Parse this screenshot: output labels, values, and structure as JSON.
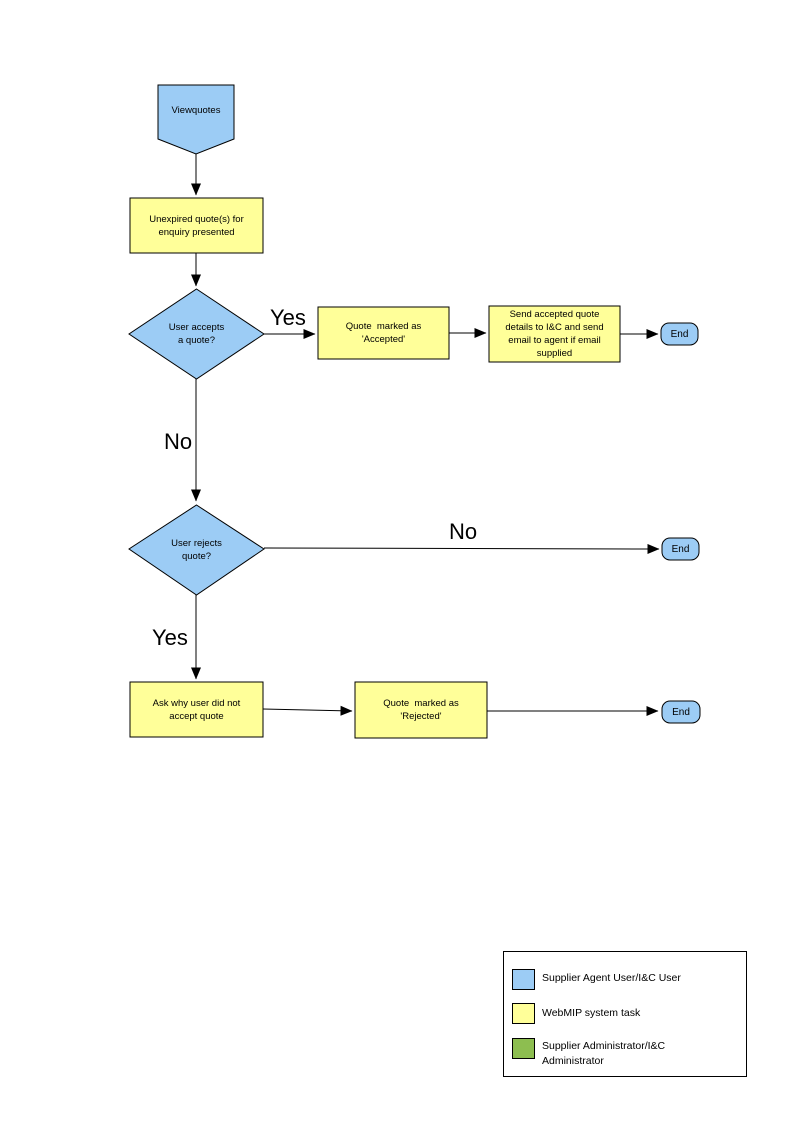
{
  "colors": {
    "node_blue": "#9CCCF5",
    "node_yellow": "#FFFF99",
    "legend_green": "#8DBE50",
    "line": "#000000"
  },
  "flowchart": {
    "start": {
      "label": "Viewquotes"
    },
    "unexpired_box": {
      "label": "Unexpired quote(s) for\nenquiry presented"
    },
    "accept_decision": {
      "label": "User accepts\na quote?"
    },
    "accepted_box": {
      "label": "Quote  marked as\n'Accepted'"
    },
    "send_box": {
      "label": "Send accepted quote\ndetails to I&C and send\nemail to agent if email\nsupplied"
    },
    "end_accept": {
      "label": "End"
    },
    "reject_decision": {
      "label": "User rejects\nquote?"
    },
    "end_reject_no": {
      "label": "End"
    },
    "ask_box": {
      "label": "Ask why user did not\naccept quote"
    },
    "rejected_box": {
      "label": "Quote  marked as\n'Rejected'"
    },
    "end_rejected": {
      "label": "End"
    },
    "edge_labels": {
      "yes_accept": "Yes",
      "no_accept": "No",
      "no_reject": "No",
      "yes_reject": "Yes"
    }
  },
  "legend": {
    "items": [
      {
        "swatch_color": "node_blue",
        "label": "Supplier Agent User/I&C User"
      },
      {
        "swatch_color": "node_yellow",
        "label": "WebMIP system task"
      },
      {
        "swatch_color": "legend_green",
        "label": "Supplier Administrator/I&C\nAdministrator"
      }
    ]
  }
}
